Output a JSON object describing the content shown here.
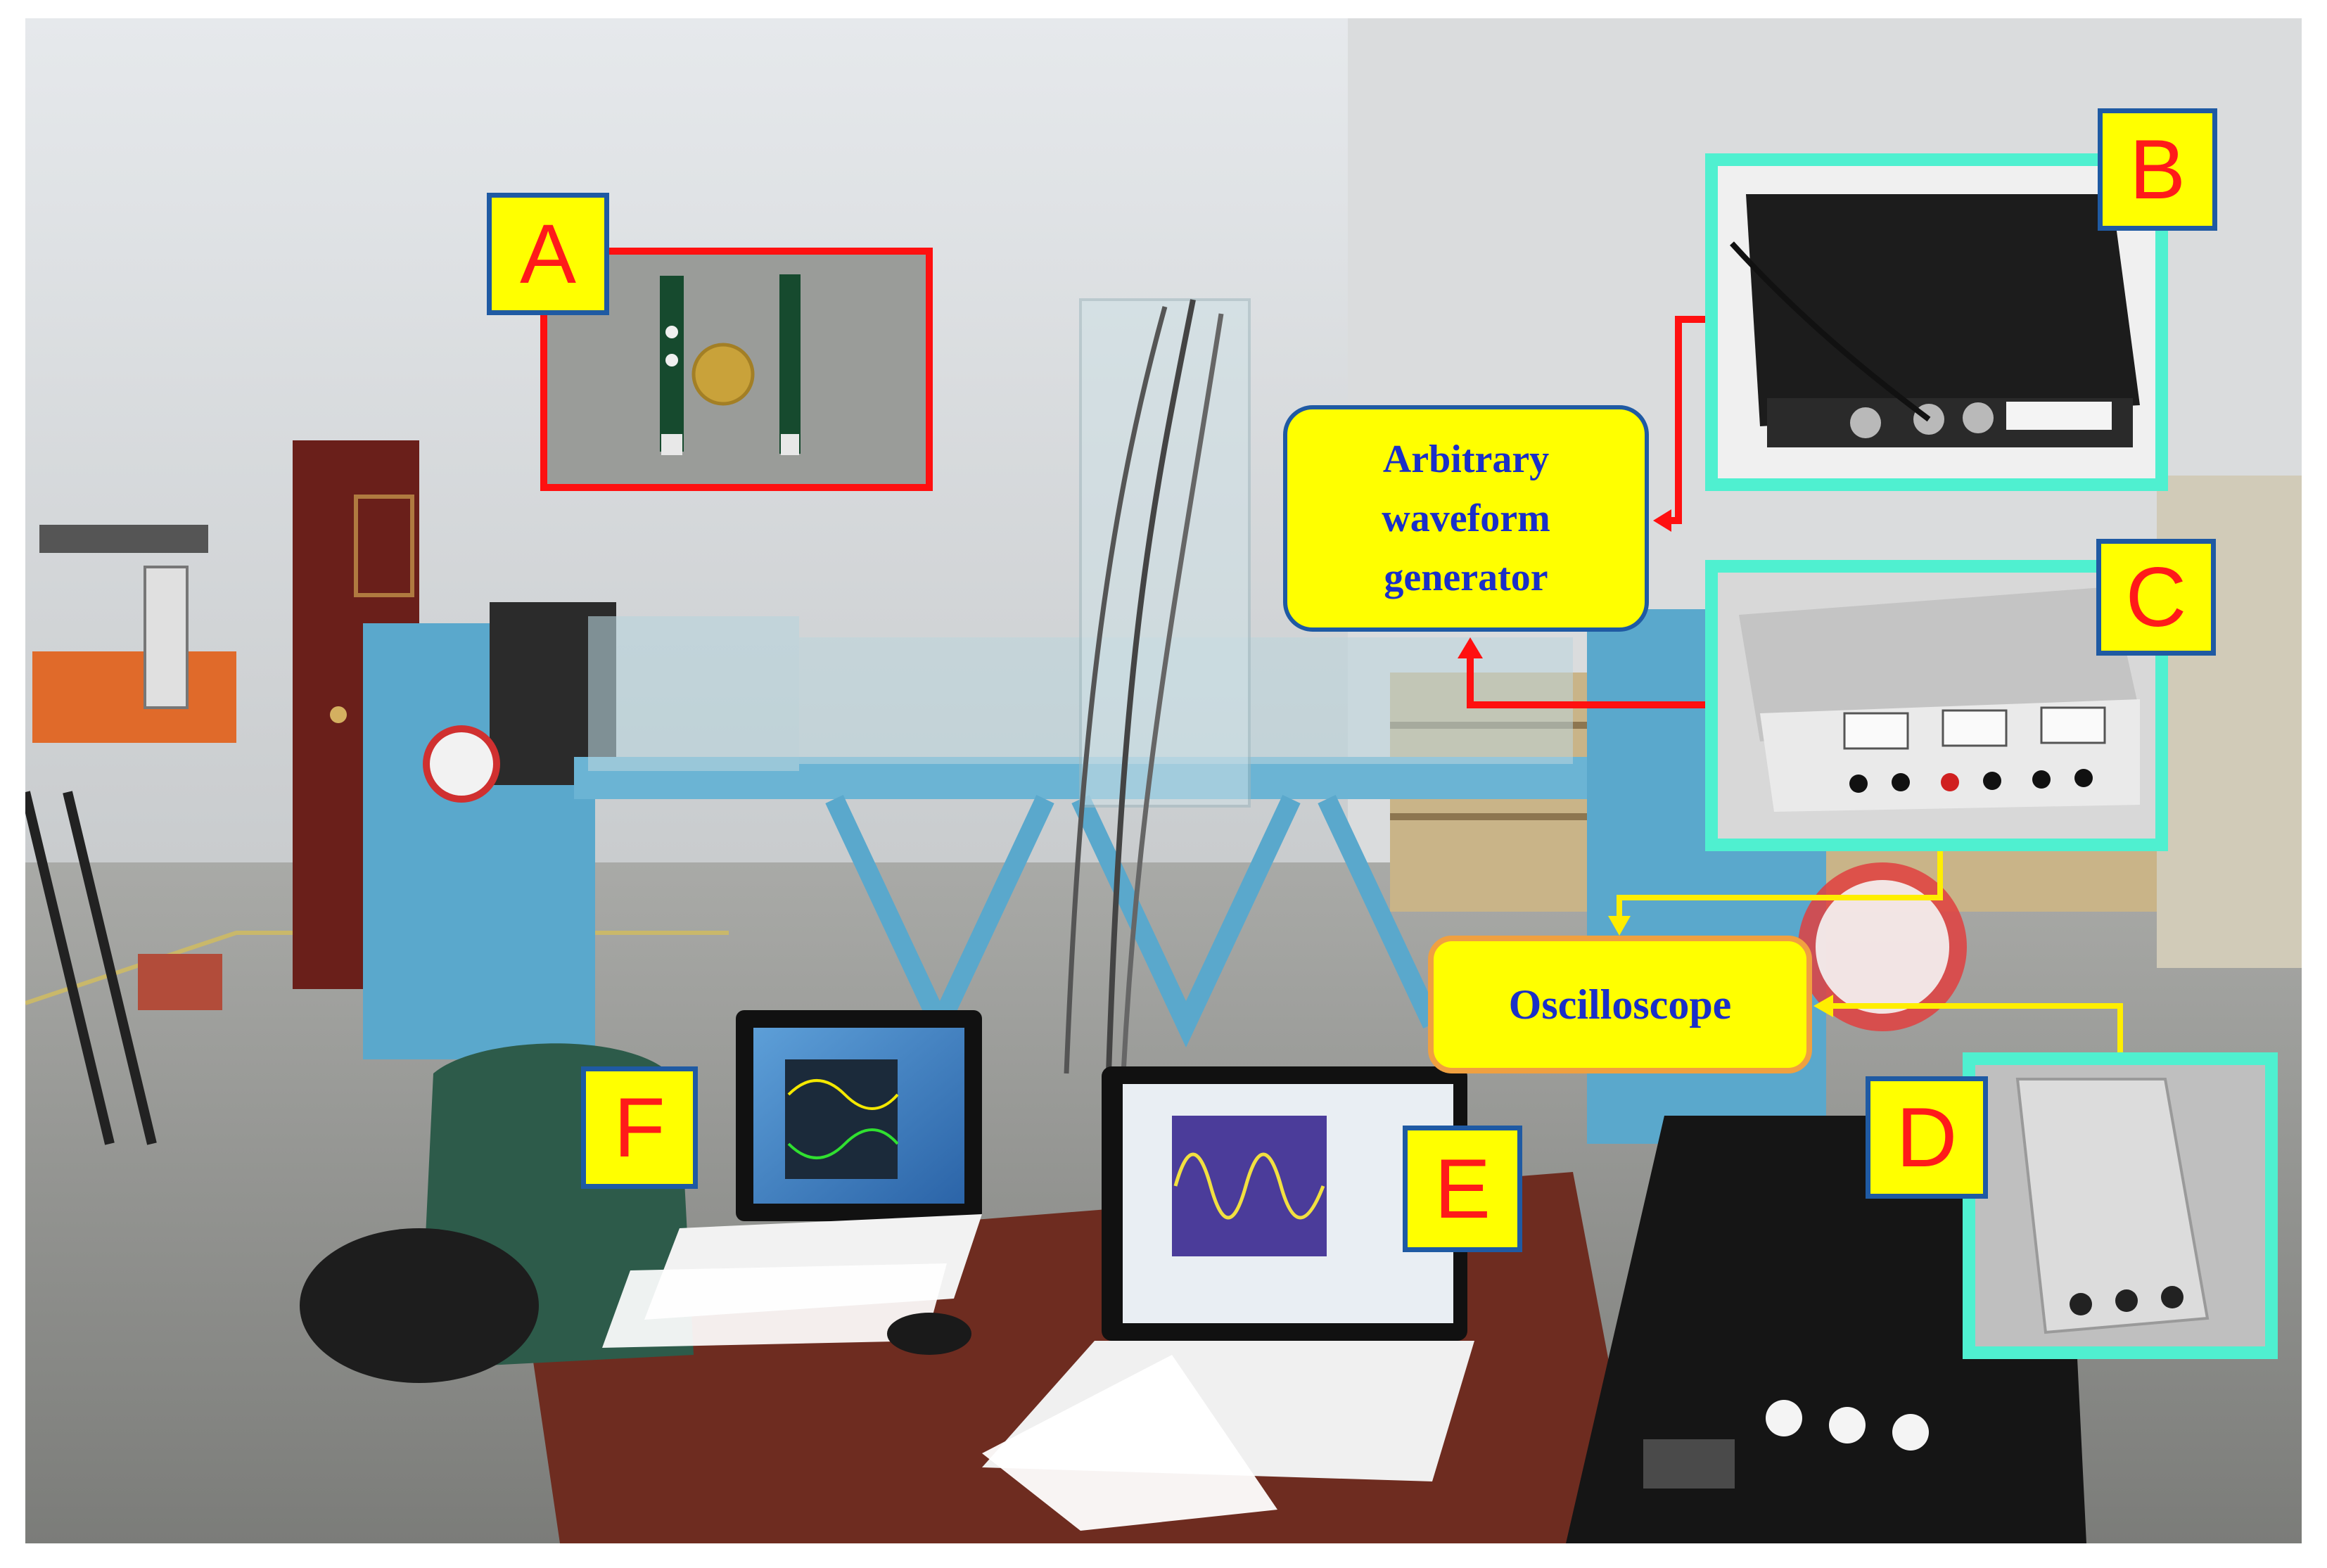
{
  "colors": {
    "label_fill": "#ffff00",
    "letter_text": "#ff1a1a",
    "letter_border": "#1f5aa3",
    "label_text": "#1a2fc8",
    "frame_a": "#ff1010",
    "frame_bcd": "#4ff0d0",
    "arrow_red": "#ff1010",
    "arrow_yellow": "#ffee00",
    "oscilloscope_border": "#f0a040"
  },
  "letters": {
    "a": "A",
    "b": "B",
    "c": "C",
    "d": "D",
    "e": "E",
    "f": "F"
  },
  "labels": {
    "awg_line1": "Arbitrary",
    "awg_line2": "waveform",
    "awg_line3": "generator",
    "oscilloscope": "Oscilloscope"
  },
  "icons": {
    "arrow_b_to_awg": "arrow-left-icon",
    "arrow_c_to_awg": "arrow-up-icon",
    "arrow_c_to_osc": "arrow-down-icon",
    "arrow_d_to_osc": "arrow-left-icon"
  }
}
